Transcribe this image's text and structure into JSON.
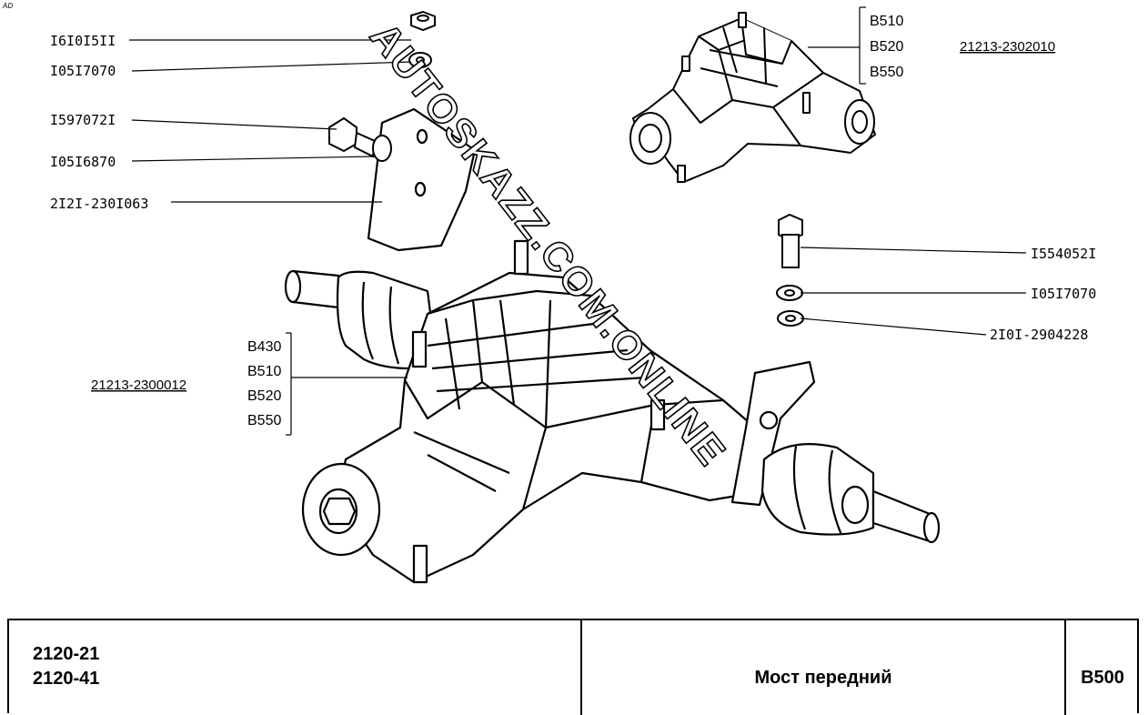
{
  "corner_mark": "AD",
  "parts": {
    "p1": "I6I0I5II",
    "p2": "I05I7070",
    "p3": "I597072I",
    "p4": "I05I6870",
    "p5": "2I2I-230I063",
    "p6": "I554052I",
    "p7": "I05I7070",
    "p8": "2I0I-2904228"
  },
  "assemblies": {
    "upper": {
      "number": "21213-2302010",
      "variants": [
        "B510",
        "B520",
        "B550"
      ]
    },
    "lower": {
      "number": "21213-2300012",
      "variants": [
        "B430",
        "B510",
        "B520",
        "B550"
      ]
    }
  },
  "watermark": "AUTOSKAZZ.COM.ONLINE",
  "title_block": {
    "models": [
      "2120-21",
      "2120-41"
    ],
    "title": "Мост передний",
    "code": "B500"
  }
}
